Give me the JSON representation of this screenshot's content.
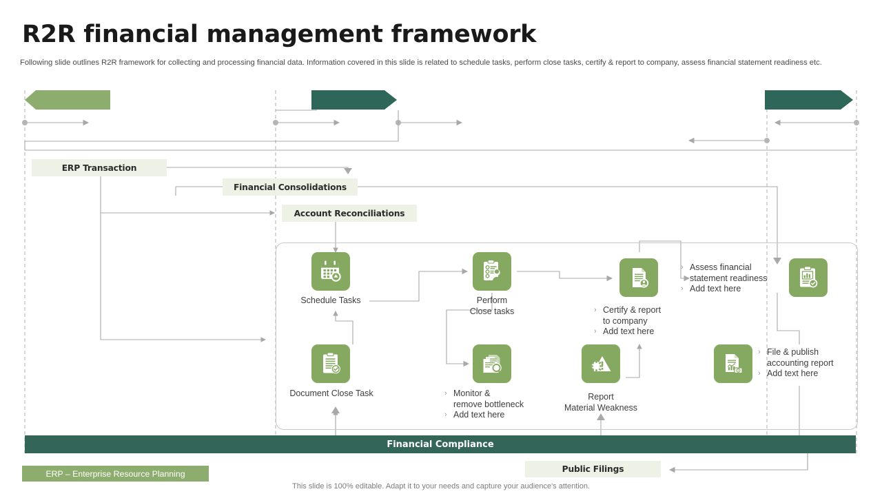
{
  "header": {
    "title": "R2R financial management framework",
    "subtitle": "Following slide outlines R2R framework for collecting and processing financial data. Information covered in this slide is related to schedule tasks, perform close tasks, certify & report to  company, assess financial statement readiness etc."
  },
  "banners": [
    {
      "name": "banner-left",
      "label": "",
      "color": "#8cad6e",
      "direction": "left"
    },
    {
      "name": "banner-middle",
      "label": "",
      "color": "#2e6659",
      "direction": "right"
    },
    {
      "name": "banner-right",
      "label": "",
      "color": "#2e6659",
      "direction": "right"
    }
  ],
  "boxes": {
    "erp_transaction": "ERP Transaction",
    "financial_consolidations": "Financial Consolidations",
    "account_reconciliations": "Account Reconciliations",
    "public_filings": "Public Filings"
  },
  "nodes": [
    {
      "id": "schedule-tasks",
      "icon": "calendar-clock-icon",
      "caption": "Schedule Tasks"
    },
    {
      "id": "perform-close-tasks",
      "icon": "checklist-person-icon",
      "caption": "Perform\nClose tasks"
    },
    {
      "id": "certify-report",
      "icon": "document-verify-icon",
      "caption": ""
    },
    {
      "id": "assess-readiness",
      "icon": "clipboard-chart-check-icon",
      "caption": ""
    },
    {
      "id": "document-close-task",
      "icon": "clipboard-check-icon",
      "caption": "Document Close Task"
    },
    {
      "id": "monitor-bottleneck",
      "icon": "document-search-icon",
      "caption": ""
    },
    {
      "id": "report-material-weakness",
      "icon": "gear-warning-icon",
      "caption": "Report\nMaterial Weakness"
    },
    {
      "id": "file-publish-report",
      "icon": "financial-report-icon",
      "caption": ""
    }
  ],
  "bullet_blocks": {
    "assess_readiness": [
      "Assess financial\nstatement readiness",
      "Add  text here"
    ],
    "certify_report": [
      "Certify  &  report\nto company",
      "Add text here"
    ],
    "monitor_bottleneck": [
      "Monitor  &\nremove  bottleneck",
      "Add text here"
    ],
    "file_publish": [
      "File  &  publish\naccounting  report",
      "Add text here"
    ]
  },
  "compliance_bar": "Financial Compliance",
  "legend": "ERP – Enterprise Resource Planning",
  "footer": "This slide is 100% editable. Adapt it to your needs and capture your audience's attention.",
  "colors": {
    "green": "#86a961",
    "light_green": "#8cad6e",
    "teal": "#336659",
    "pale": "#eef2e6",
    "wire": "#a8a8a8"
  }
}
